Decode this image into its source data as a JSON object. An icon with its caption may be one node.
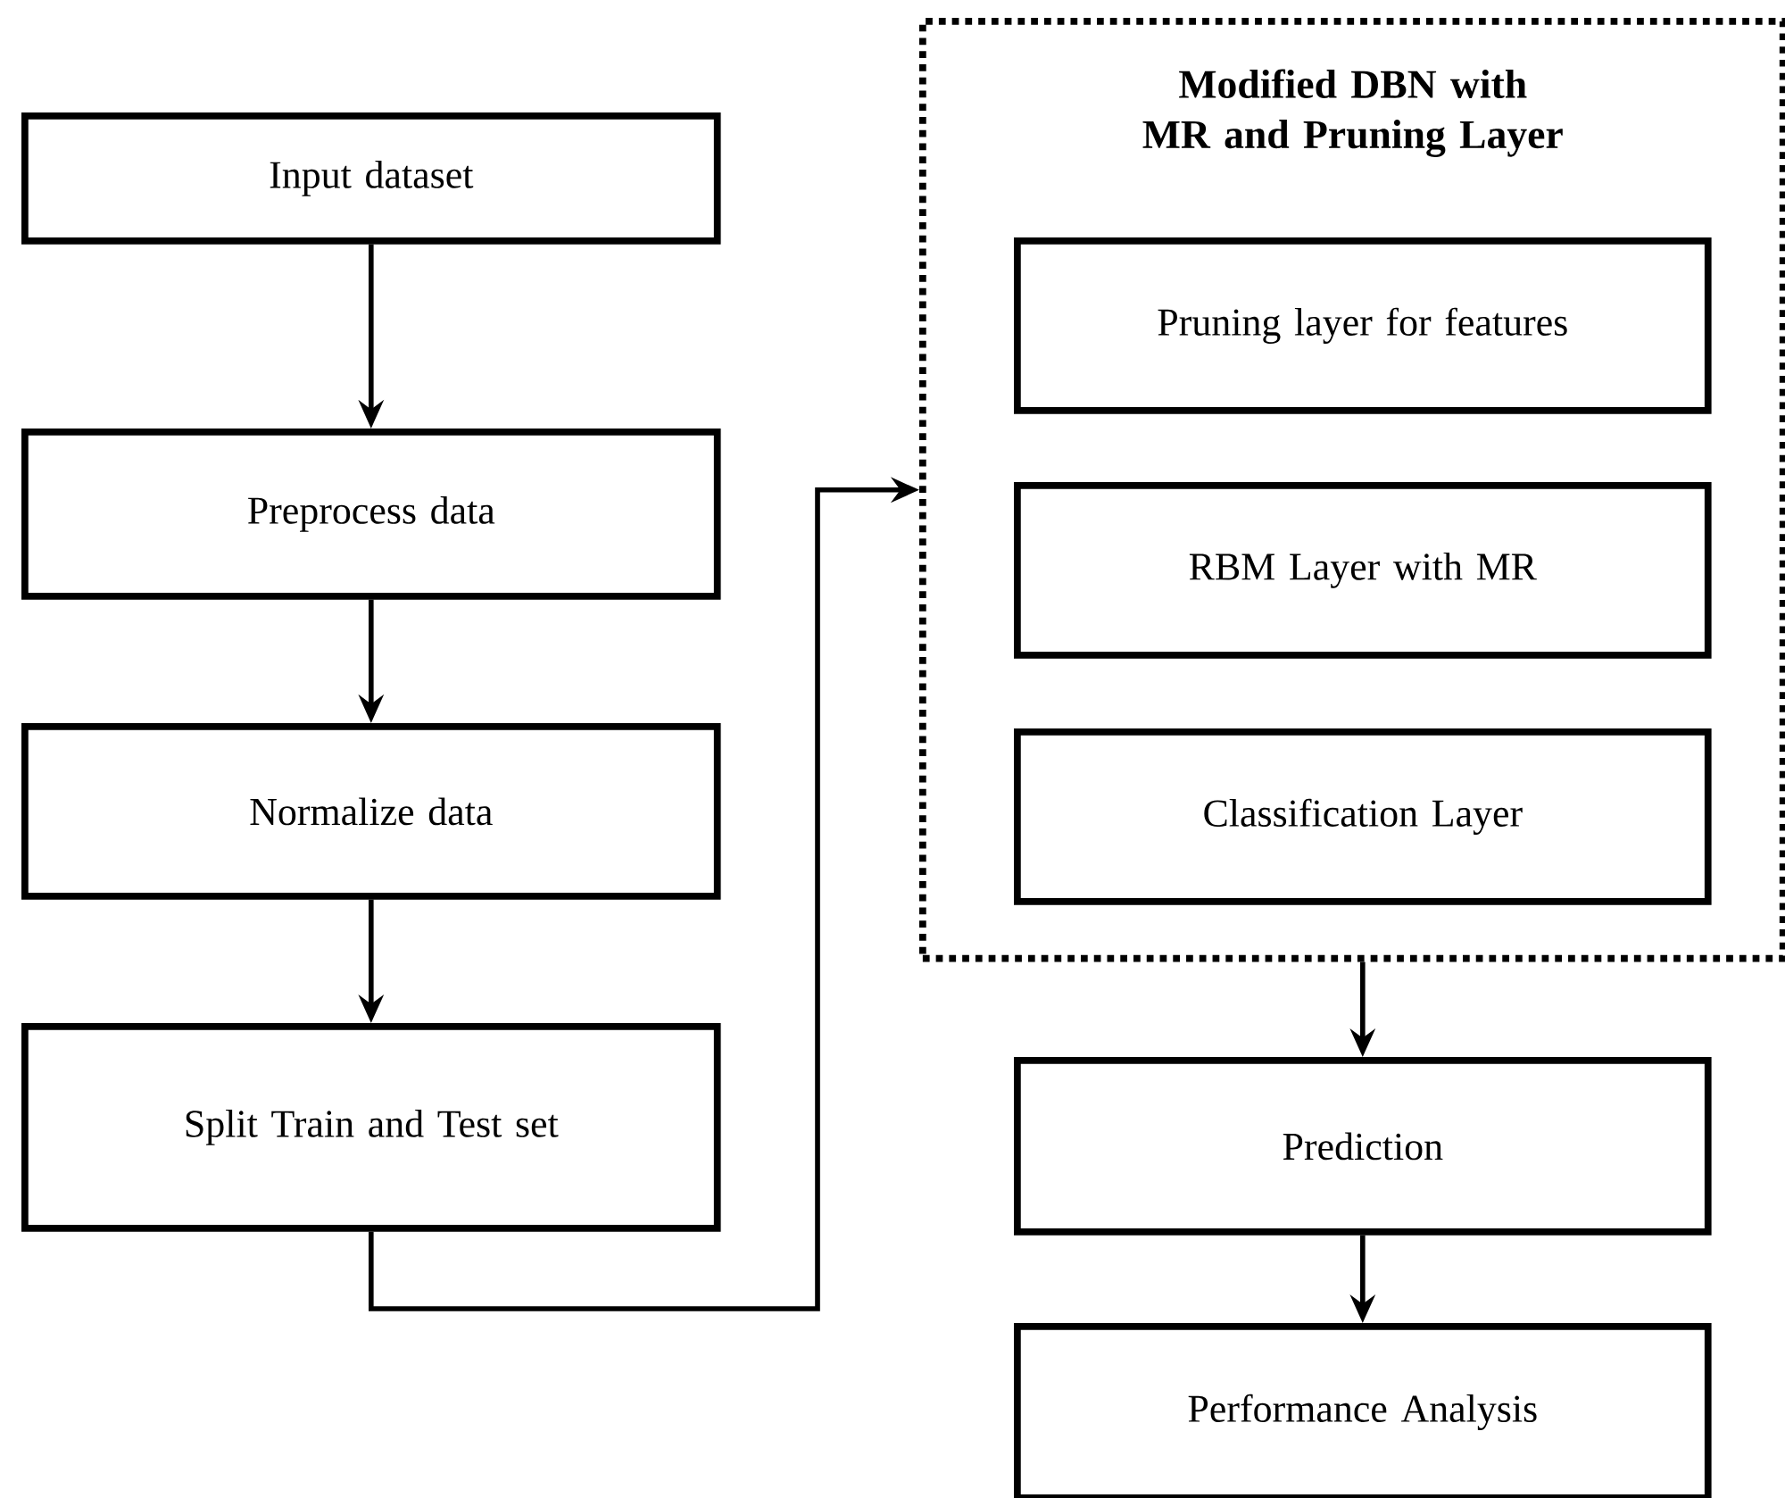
{
  "diagram": {
    "nodes": [
      {
        "text": [
          "Input dataset"
        ]
      },
      {
        "text": [
          "Preprocess data"
        ]
      },
      {
        "text": [
          "Normalize data"
        ]
      },
      {
        "text": [
          "Split Train and Test set"
        ]
      },
      {
        "text": [
          "Modified DBN with MR and Pruning Layer"
        ]
      },
      {
        "text": [
          "Pruning layer for features"
        ],
        "in": 4
      },
      {
        "text": [
          "RBM Layer with MR"
        ],
        "in": 4
      },
      {
        "text": [
          "Classification Layer"
        ],
        "in": 4
      },
      {
        "text": [
          "Prediction"
        ]
      },
      {
        "text": [
          "Performance Analysis"
        ]
      }
    ],
    "edges": [
      {
        "from": 0,
        "to": 1,
        "arrow": "to"
      },
      {
        "from": 1,
        "to": 2,
        "arrow": "to"
      },
      {
        "from": 2,
        "to": 3,
        "arrow": "to"
      },
      {
        "from": 3,
        "to": 4,
        "arrow": "to"
      },
      {
        "from": 4,
        "to": 8,
        "arrow": "to"
      },
      {
        "from": 8,
        "to": 9,
        "arrow": "to"
      }
    ]
  }
}
